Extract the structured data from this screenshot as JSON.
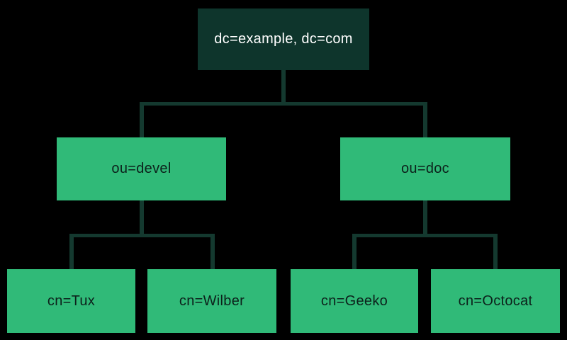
{
  "tree": {
    "root": {
      "label": "dc=example, dc=com"
    },
    "branches": [
      {
        "label": "ou=devel",
        "children": [
          {
            "label": "cn=Tux"
          },
          {
            "label": "cn=Wilber"
          }
        ]
      },
      {
        "label": "ou=doc",
        "children": [
          {
            "label": "cn=Geeko"
          },
          {
            "label": "cn=Octocat"
          }
        ]
      }
    ]
  },
  "colors": {
    "background": "#000000",
    "root_box": "#0e352c",
    "root_text": "#ffffff",
    "node_box": "#30ba78",
    "node_text": "#0c211b",
    "connector": "#14392f"
  }
}
